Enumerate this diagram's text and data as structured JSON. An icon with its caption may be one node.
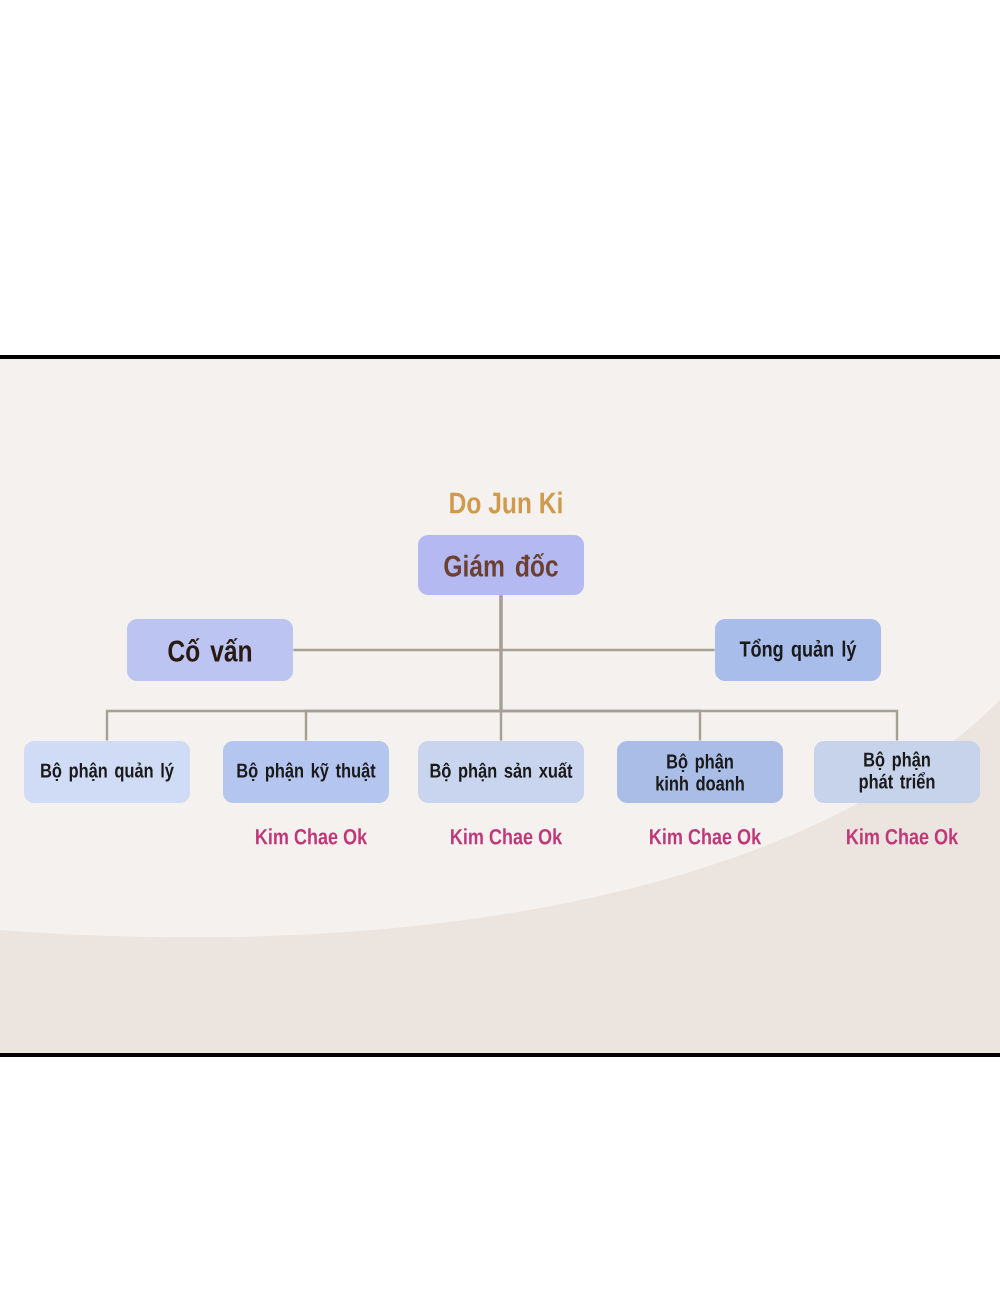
{
  "diagram": {
    "nodes": [
      {
        "text": [
          "Giám đốc"
        ],
        "beside": [
          "Do Jun Ki"
        ]
      },
      {
        "text": [
          "Cố vấn"
        ]
      },
      {
        "text": [
          "Tổng quản lý"
        ]
      },
      {
        "text": [
          "Bộ phận quản lý"
        ]
      },
      {
        "text": [
          "Bộ phận kỹ thuật"
        ],
        "beside": [
          "Kim Chae Ok"
        ]
      },
      {
        "text": [
          "Bộ phận sản xuất"
        ],
        "beside": [
          "Kim Chae Ok"
        ]
      },
      {
        "text": [
          "Bộ phận kinh doanh"
        ],
        "beside": [
          "Kim Chae Ok"
        ]
      },
      {
        "text": [
          "Bộ phận phát triển"
        ],
        "beside": [
          "Kim Chae Ok"
        ]
      }
    ],
    "edges": [
      {
        "from": 0,
        "to": 1,
        "arrow": "none"
      },
      {
        "from": 0,
        "to": 2,
        "arrow": "none"
      },
      {
        "from": 0,
        "to": 3,
        "arrow": "none"
      },
      {
        "from": 0,
        "to": 4,
        "arrow": "none"
      },
      {
        "from": 0,
        "to": 5,
        "arrow": "none"
      },
      {
        "from": 0,
        "to": 6,
        "arrow": "none"
      },
      {
        "from": 0,
        "to": 7,
        "arrow": "none"
      }
    ]
  }
}
